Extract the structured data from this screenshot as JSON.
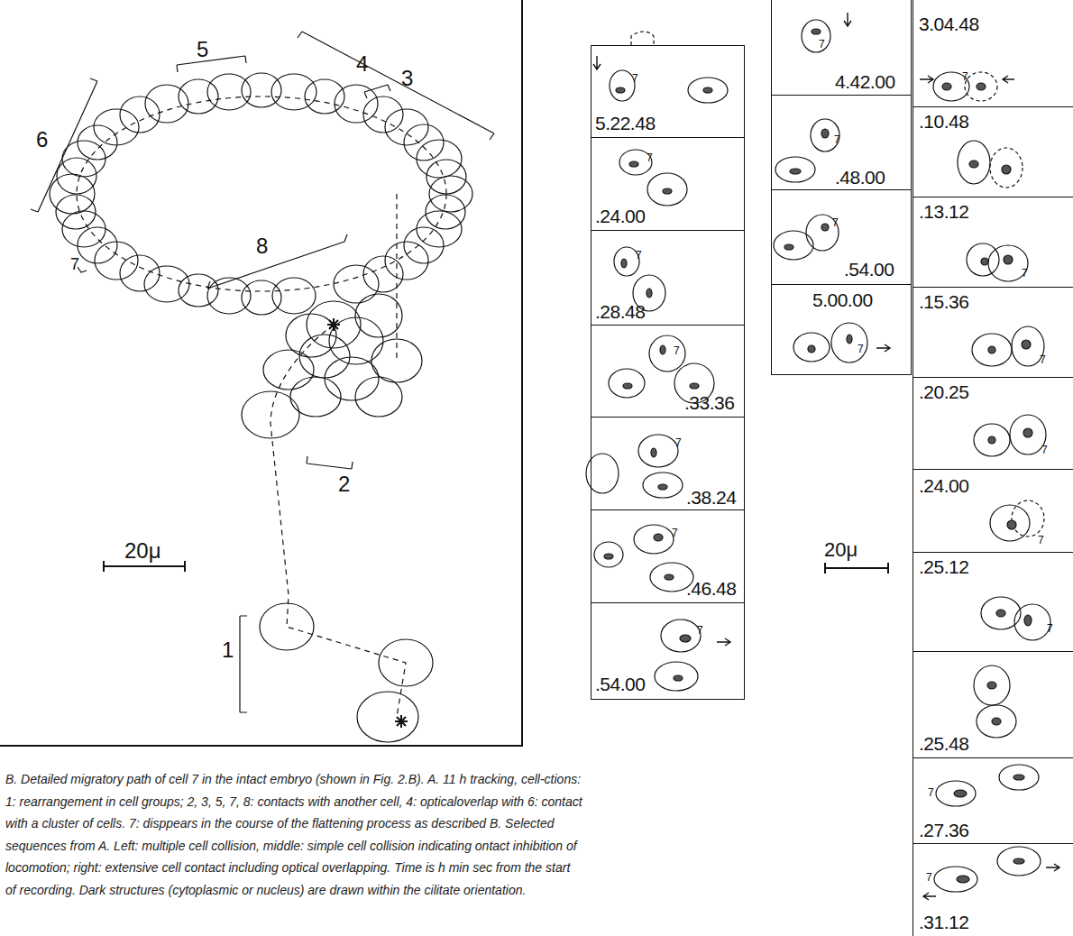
{
  "diagram": {
    "caption": "B. Detailed migratory path of cell 7 in the intact embryo (shown in Fig. 2.B). A. 11 h tracking, cell-ctions: 1: rearrangement in cell groups; 2, 3, 5, 7, 8: contacts with another cell, 4: opticaloverlap with 6: contact with a cluster of cells. 7: disppears in the course of the flattening process as described B. Selected sequences from A. Left: multiple cell collision, middle: simple cell collision indicating ontact inhibition of locomotion; right: extensive cell contact including optical overlapping. Time is h min sec from the start of recording. Dark structures (cytoplasmic or nucleus) are drawn within the cilitate orientation.",
    "nodes": [
      {
        "text": [
          "6",
          "5",
          "4",
          "3",
          "7",
          "8",
          "2",
          "1",
          "20μ"
        ]
      },
      {
        "text": [
          "5.22.48",
          "7"
        ]
      },
      {
        "text": [
          ".24.00",
          "7"
        ]
      },
      {
        "text": [
          ".28.48",
          "7"
        ]
      },
      {
        "text": [
          ".33.36",
          "7"
        ]
      },
      {
        "text": [
          ".38.24",
          "7"
        ]
      },
      {
        "text": [
          ".46.48",
          "7"
        ]
      },
      {
        "text": [
          ".54.00",
          "7"
        ]
      },
      {
        "text": [
          "4.42.00",
          "7"
        ]
      },
      {
        "text": [
          ".48.00",
          "7"
        ]
      },
      {
        "text": [
          ".54.00",
          "7"
        ]
      },
      {
        "text": [
          "5.00.00",
          "7"
        ]
      },
      {
        "text": [
          "3.04.48",
          "7"
        ]
      },
      {
        "text": [
          ".10.48"
        ]
      },
      {
        "text": [
          ".13.12",
          "7"
        ]
      },
      {
        "text": [
          ".15.36",
          "7"
        ]
      },
      {
        "text": [
          ".20.25",
          "7"
        ]
      },
      {
        "text": [
          ".24.00",
          "7"
        ]
      },
      {
        "text": [
          ".25.12",
          "7"
        ]
      },
      {
        "text": [
          ".25.48"
        ]
      },
      {
        "text": [
          ".27.36",
          "7"
        ]
      },
      {
        "text": [
          ".31.12",
          "7"
        ]
      }
    ],
    "labels": [
      "20μ"
    ]
  }
}
